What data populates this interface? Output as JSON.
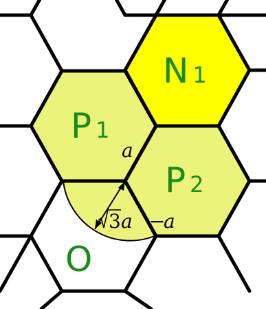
{
  "cells": {
    "p1": {
      "letter": "P",
      "sub": "1"
    },
    "p2": {
      "letter": "P",
      "sub": "2"
    },
    "n1": {
      "letter": "N",
      "sub": "1"
    },
    "o": {
      "letter": "O"
    }
  },
  "annotations": {
    "edge_length": "a",
    "distance_sqrt": "3",
    "distance_var": "a",
    "distance_minus": "−",
    "distance_a": "a"
  },
  "colors": {
    "p_fill": "#ecf37a",
    "n_fill": "#ffff00",
    "label_green": "#1a8a1a",
    "edge": "#000000"
  }
}
